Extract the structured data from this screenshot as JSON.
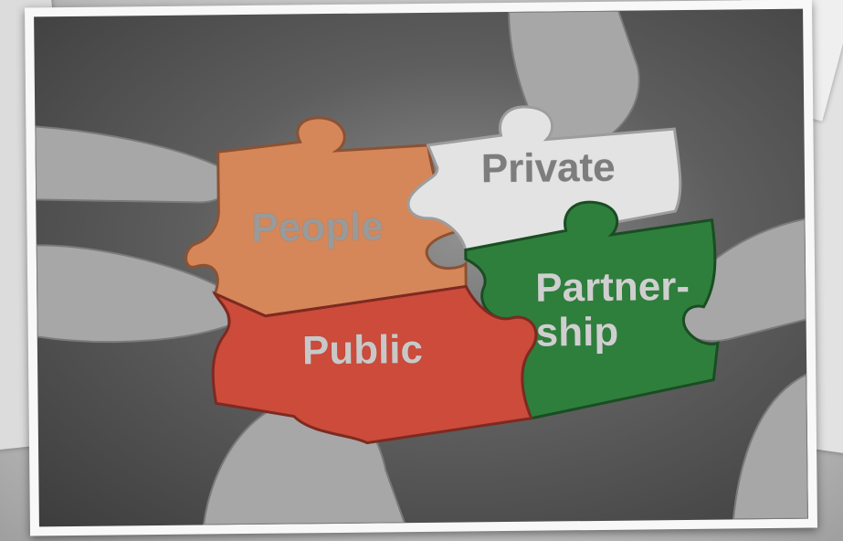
{
  "scene": {
    "description_tags": [
      "hands",
      "jigsaw-puzzle"
    ],
    "pieces": [
      {
        "label": "People",
        "color": "#d5875a"
      },
      {
        "label": "Private",
        "color": "#e3e3e3"
      },
      {
        "label": "Partner-\nship",
        "color": "#2e7f3c"
      },
      {
        "label": "Public",
        "color": "#cc4b3b"
      }
    ]
  },
  "colors": {
    "people": "#d5875a",
    "private": "#e3e3e3",
    "partnership": "#2e7f3c",
    "public": "#cc4b3b"
  }
}
